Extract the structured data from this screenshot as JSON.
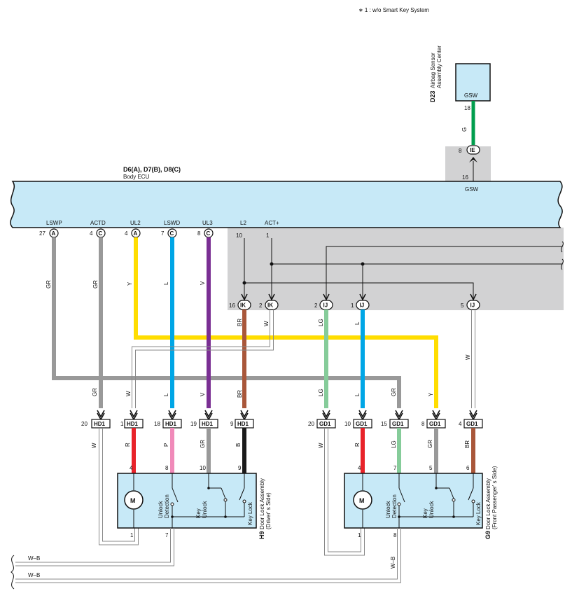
{
  "note": "∗ 1 : w/o Smart Key System",
  "airbag": {
    "code": "D23",
    "name1": "Airbag Sensor",
    "name2": "Assembly Center",
    "terminal": "GSW",
    "pin": "18"
  },
  "airbag_wire": {
    "color": "G"
  },
  "ie_connector": {
    "id": "IE",
    "pin_top": "8",
    "pin_bottom": "16"
  },
  "ecu": {
    "code": "D6(A), D7(B), D8(C)",
    "name": "Body ECU",
    "gsw": "GSW"
  },
  "ecu_pins": [
    {
      "label": "LSWP",
      "pin": "27",
      "conn": "A"
    },
    {
      "label": "ACTD",
      "pin": "4",
      "conn": "C"
    },
    {
      "label": "UL2",
      "pin": "4",
      "conn": "A"
    },
    {
      "label": "LSWD",
      "pin": "7",
      "conn": "C"
    },
    {
      "label": "UL3",
      "pin": "8",
      "conn": "C"
    },
    {
      "label": "L2",
      "pin": "10"
    },
    {
      "label": "ACT+",
      "pin": "1"
    }
  ],
  "ik_ij": [
    {
      "pin": "16",
      "id": "IK"
    },
    {
      "pin": "2",
      "id": "IK"
    },
    {
      "pin": "2",
      "id": "IJ"
    },
    {
      "pin": "1",
      "id": "IJ"
    },
    {
      "pin": "5",
      "id": "IJ"
    }
  ],
  "wire_labels": {
    "lswp": "GR",
    "actd": "GR",
    "ul2": "Y",
    "lswd": "L",
    "ul3": "V",
    "ik16": "BR",
    "ik2": "W",
    "ij2": "LG",
    "ij1": "L",
    "ij5": "W",
    "hd_gr": "GR",
    "hd_w": "W",
    "hd_l": "L",
    "hd_v": "V",
    "hd_br": "BR",
    "gd_lg": "LG",
    "gd_l": "L",
    "gd_gr": "GR",
    "gd_y": "Y",
    "gd_w": "W"
  },
  "hd1": [
    {
      "pin": "20",
      "id": "HD1"
    },
    {
      "pin": "1",
      "id": "HD1"
    },
    {
      "pin": "18",
      "id": "HD1"
    },
    {
      "pin": "19",
      "id": "HD1"
    },
    {
      "pin": "9",
      "id": "HD1"
    }
  ],
  "gd1": [
    {
      "pin": "20",
      "id": "GD1"
    },
    {
      "pin": "10",
      "id": "GD1"
    },
    {
      "pin": "15",
      "id": "GD1"
    },
    {
      "pin": "8",
      "id": "GD1"
    },
    {
      "pin": "4",
      "id": "GD1"
    }
  ],
  "hd_lower": {
    "w": "W",
    "r": "R",
    "p": "P",
    "gr": "GR",
    "b": "B"
  },
  "gd_lower": {
    "w": "W",
    "r": "R",
    "lg": "LG",
    "gr": "GR",
    "br": "BR"
  },
  "driver_door": {
    "code": "H9",
    "name1": "Door Lock Assembly",
    "name2": "(Driver' s Side)",
    "pins_top": [
      "4",
      "8",
      "10",
      "9"
    ],
    "pins_bottom": [
      "1",
      "7"
    ],
    "motor": "M",
    "unlock1": "Unlock",
    "unlock2": "Detection",
    "key1": "Key",
    "key2": "Unlock",
    "keylock": "Key Lock"
  },
  "pass_door": {
    "code": "G9",
    "name1": "Door Lock Assembly",
    "name2": "(Front Passenger' s Side)",
    "pins_top": [
      "4",
      "7",
      "5",
      "6"
    ],
    "pins_bottom": [
      "1",
      "8"
    ],
    "motor": "M",
    "unlock1": "Unlock",
    "unlock2": "Detection",
    "key1": "Key",
    "key2": "Unlock",
    "keylock": "Key Lock"
  },
  "ground": {
    "wb1": "W–B",
    "wb2": "W–B",
    "wb3": "W–B"
  },
  "colors": {
    "box": "#c7e9f7",
    "shade": "#d2d2d3",
    "gray": "#999999",
    "yellow": "#ffdd00",
    "blue": "#00a6e6",
    "violet": "#7a2f93",
    "brown": "#a9573a",
    "green": "#009e4d",
    "lightgreen": "#86cc9a",
    "red": "#e8232a",
    "pink": "#f08ab9",
    "black": "#1a1a1a"
  }
}
